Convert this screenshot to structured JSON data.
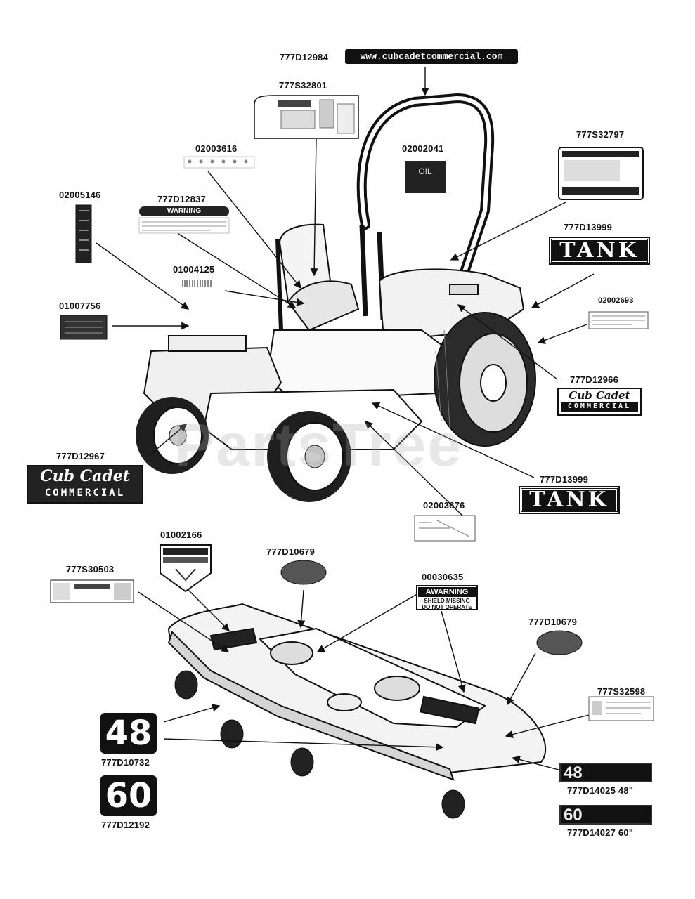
{
  "watermark": "PartsTree",
  "url_label": "www.cubcadetcommercial.com",
  "tank_text": "TANK",
  "oil_text": "OIL",
  "cub_cadet_script": "Cub Cadet",
  "commercial_word": "COMMERCIAL",
  "warning_word": "WARNING",
  "warning_box": {
    "head": "AWARNING",
    "line1": "SHIELD MISSING",
    "line2": "DO NOT OPERATE"
  },
  "deck_numbers": {
    "n48": "48",
    "n60": "60"
  },
  "part_numbers": {
    "p777D12984": "777D12984",
    "p777S32801": "777S32801",
    "p02003616": "02003616",
    "p02002041": "02002041",
    "p777S32797": "777S32797",
    "p02005146": "02005146",
    "p777D12837": "777D12837",
    "p777D13999_top": "777D13999",
    "p01004125": "01004125",
    "p02002693": "02002693",
    "p01007756": "01007756",
    "p777D12966": "777D12966",
    "p777D12967": "777D12967",
    "p777D13999_bottom": "777D13999",
    "p02003676": "02003676",
    "p01002166": "01002166",
    "p777D10679_left": "777D10679",
    "p777S30503": "777S30503",
    "p00030635": "00030635",
    "p777D10679_right": "777D10679",
    "p777S32598": "777S32598",
    "p777D10732": "777D10732",
    "p777D12192": "777D12192",
    "p777D14025": "777D14025 48\"",
    "p777D14027": "777D14027 60\""
  }
}
